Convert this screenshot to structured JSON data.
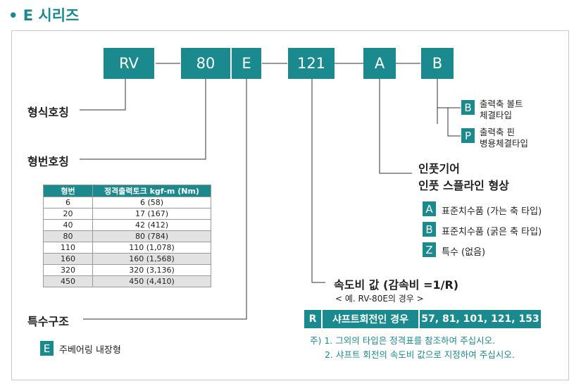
{
  "heading": "• E 시리즈",
  "codes": [
    "RV",
    "80",
    "E",
    "121",
    "A",
    "B"
  ],
  "labels": {
    "model_name": "형식호칭",
    "frame_no": "형번호칭",
    "special_structure": "특수구조",
    "input_gear_1": "인풋기어",
    "input_gear_2": "인풋 스플라인 형상",
    "speed_ratio": "속도비 값 (감속비 =1/R)",
    "speed_ratio_example": "< 예. RV-80E의 경우 >"
  },
  "output_options": [
    {
      "code": "B",
      "line1": "출력축 볼트",
      "line2": "체결타입"
    },
    {
      "code": "P",
      "line1": "출력축 핀",
      "line2": "병용체결타입"
    }
  ],
  "input_options": [
    {
      "code": "A",
      "text": "표준치수품 (가는 축 타입)"
    },
    {
      "code": "B",
      "text": "표준치수품 (굵은 축 타입)"
    },
    {
      "code": "Z",
      "text": "특수 (없음)"
    }
  ],
  "special_option": {
    "code": "E",
    "text": "주베어링 내장형"
  },
  "table": {
    "headers": [
      "형번",
      "정격출력토크 kgf-m (Nm)"
    ],
    "rows": [
      [
        "6",
        "6      (58)"
      ],
      [
        "20",
        "17    (167)"
      ],
      [
        "40",
        "42    (412)"
      ],
      [
        "80",
        "80    (784)"
      ],
      [
        "110",
        "110 (1,078)"
      ],
      [
        "160",
        "160 (1,568)"
      ],
      [
        "320",
        "320 (3,136)"
      ],
      [
        "450",
        "450 (4,410)"
      ]
    ]
  },
  "ratio_bar": {
    "code": "R",
    "label": "샤프트회전인 경우",
    "values": "57, 81, 101, 121, 153"
  },
  "footnotes": [
    "주) 1. 그외의 타입은 정격표를 참조하여 주십시오.",
    "2. 샤프트 회전의 속도비 값으로 지정하여 주십시오."
  ],
  "colors": {
    "accent": "#1a8a8e"
  }
}
